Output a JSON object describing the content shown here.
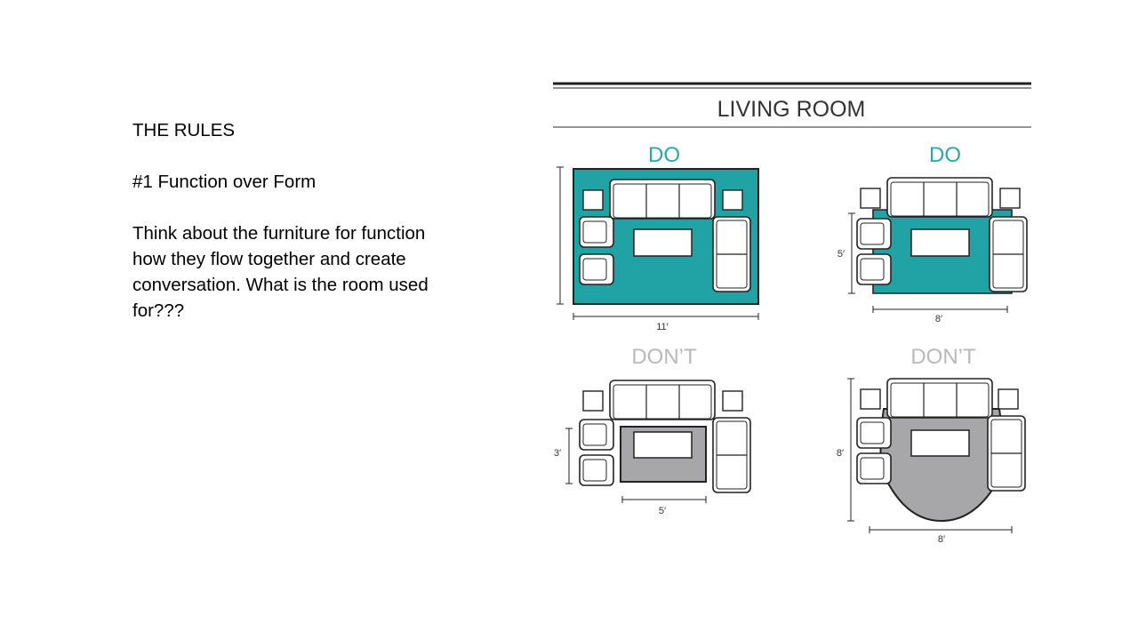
{
  "slide": {
    "heading": "THE RULES",
    "rule": "#1 Function over Form",
    "body_lines": [
      "Think about the furniture for function",
      "how they flow together and create",
      "conversation. What is the room used",
      "for???"
    ]
  },
  "figure": {
    "title": "LIVING ROOM",
    "colors": {
      "teal": "#21a3a6",
      "gray": "#a7a7a9",
      "do_label": "#2aa7aa",
      "dont_label": "#b9b9b9",
      "line": "#222222"
    },
    "panels": [
      {
        "label": "DO",
        "size_labels": [
          "11′",
          ""
        ],
        "rug": "full-teal"
      },
      {
        "label": "DO",
        "size_labels": [
          "8′",
          "5′"
        ],
        "rug": "under-front-legs-teal"
      },
      {
        "label": "DON’T",
        "size_labels": [
          "5′",
          "3′"
        ],
        "rug": "too-small-gray"
      },
      {
        "label": "DON’T",
        "size_labels": [
          "8′",
          "8′"
        ],
        "rug": "round-gray"
      }
    ]
  }
}
